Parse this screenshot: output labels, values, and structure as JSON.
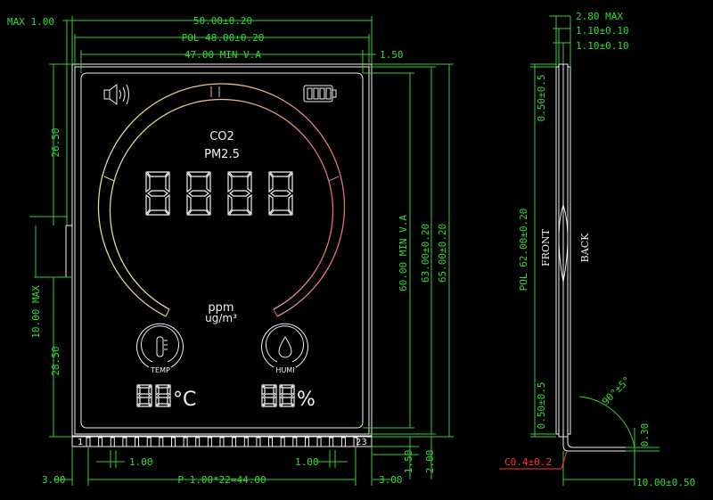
{
  "colors": {
    "background": "#000000",
    "dimension": "#33cc33",
    "outline": "#f2f2f2",
    "tolerance": "#ff3333",
    "arc_start": "#d8e08a",
    "arc_end": "#e07070"
  },
  "dimensions": {
    "max_thickness_left": "MAX 1.00",
    "overall_width": "50.00±0.20",
    "polarizer_width": "POL 48.00±0.20",
    "viewing_width": "47.00 MIN V.A",
    "right_margin": "1.50",
    "left_top": "26.50",
    "left_mid": "10.00 MAX",
    "left_bottom": "28.50",
    "viewing_height": "60.00 MIN V.A",
    "glass_height": "63.00±0.20",
    "overall_height": "65.00±0.20",
    "pitch_left": "1.00",
    "pitch_right": "1.00",
    "pin_offset_left": "3.00",
    "pin_pitch_total": "P 1.00*22=44.00",
    "pin_offset_right": "3.00",
    "pin_bottom_margin": "1.50",
    "pin_length": "2.00",
    "side_total_thickness": "2.80 MAX",
    "side_glass_1": "1.10±0.10",
    "side_glass_2": "1.10±0.10",
    "side_top": "0.50±0.5",
    "side_pol": "POL 62.00±0.20",
    "side_bottom": "0.50±0.5",
    "bend_angle": "90°±5°",
    "pin_thickness": "0.30",
    "pin_tolerance": "C0.4±0.2",
    "pin_extension": "10.00±0.50"
  },
  "labels": {
    "front": "FRONT",
    "back": "BACK",
    "pin_first": "1",
    "pin_last": "23"
  },
  "display": {
    "gas": "CO2",
    "particulate": "PM2.5",
    "unit_ppm": "ppm",
    "unit_ugm": "ug/m³",
    "temp_label": "TEMP",
    "humi_label": "HUMI",
    "temp_unit": "°C",
    "humi_unit": "%"
  },
  "icons": [
    "speaker-icon",
    "battery-icon",
    "thermometer-icon",
    "water-drop-icon"
  ]
}
